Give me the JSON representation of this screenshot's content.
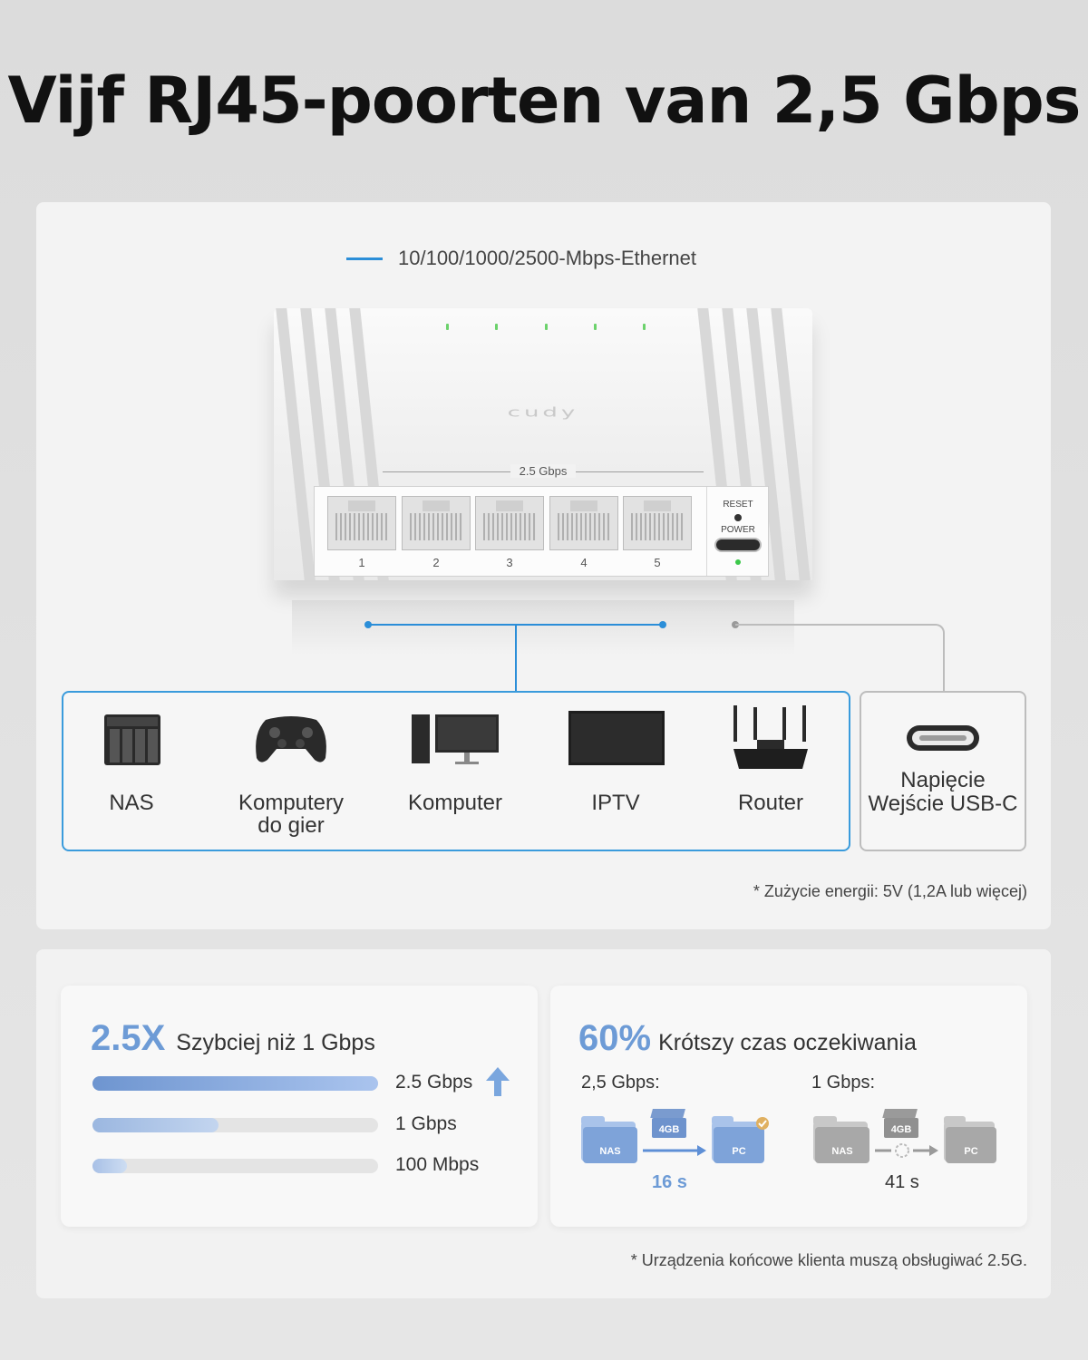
{
  "title": "Vijf RJ45-poorten van 2,5 Gbps",
  "legend": {
    "label": "10/100/1000/2500-Mbps-Ethernet",
    "color": "#2b8ed8"
  },
  "switch": {
    "brand": "cudy",
    "speed_label": "2.5 Gbps",
    "ports": [
      "1",
      "2",
      "3",
      "4",
      "5"
    ],
    "reset_label": "RESET",
    "power_label": "POWER"
  },
  "devices": [
    {
      "label": "NAS",
      "icon": "nas-icon"
    },
    {
      "label": "Komputery do gier",
      "label_line1": "Komputery",
      "label_line2": "do gier",
      "icon": "gamepad-icon"
    },
    {
      "label": "Komputer",
      "icon": "computer-icon"
    },
    {
      "label": "IPTV",
      "icon": "tv-icon"
    },
    {
      "label": "Router",
      "icon": "router-icon"
    }
  ],
  "power_box": {
    "line1": "Napięcie",
    "line2": "Wejście USB-C",
    "icon": "usb-c-icon"
  },
  "power_note": "* Zużycie energii: 5V (1,2A lub więcej)",
  "speed_card": {
    "stat": "2.5X",
    "stat_desc": "Szybciej niż 1 Gbps",
    "bars": [
      {
        "label": "2.5 Gbps",
        "fill": 1.0
      },
      {
        "label": "1 Gbps",
        "fill": 0.44
      },
      {
        "label": "100 Mbps",
        "fill": 0.12
      }
    ],
    "accent": "#6d9bd6"
  },
  "wait_card": {
    "stat": "60%",
    "stat_desc": "Krótszy czas oczekiwania",
    "fast": {
      "label": "2,5 Gbps:",
      "source": "NAS",
      "file": "4GB",
      "target": "PC",
      "time": "16 s"
    },
    "slow": {
      "label": "1 Gbps:",
      "source": "NAS",
      "file": "4GB",
      "target": "PC",
      "time": "41 s"
    }
  },
  "client_note": "* Urządzenia końcowe klienta muszą obsługiwać 2.5G."
}
